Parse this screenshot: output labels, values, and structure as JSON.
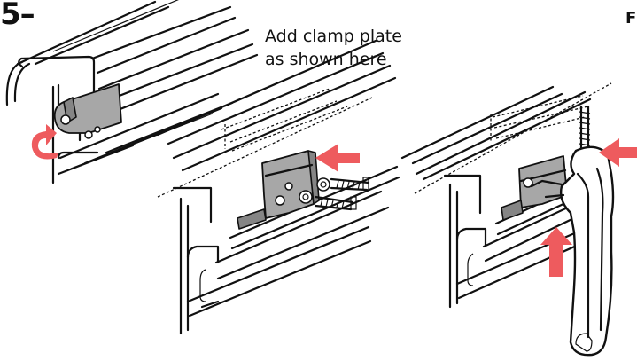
{
  "step": {
    "number": "5–"
  },
  "caption": {
    "line1": "Add clamp plate",
    "line2": "as shown here"
  },
  "edge_text": "F",
  "colors": {
    "arrow": "#ee5b5e",
    "clamp_plate": "#a7a7a7",
    "line": "#111111",
    "background": "#ffffff"
  },
  "icons": {
    "rotate": "curved-rotate-arrow-icon",
    "push": "push-arrow-icon"
  }
}
